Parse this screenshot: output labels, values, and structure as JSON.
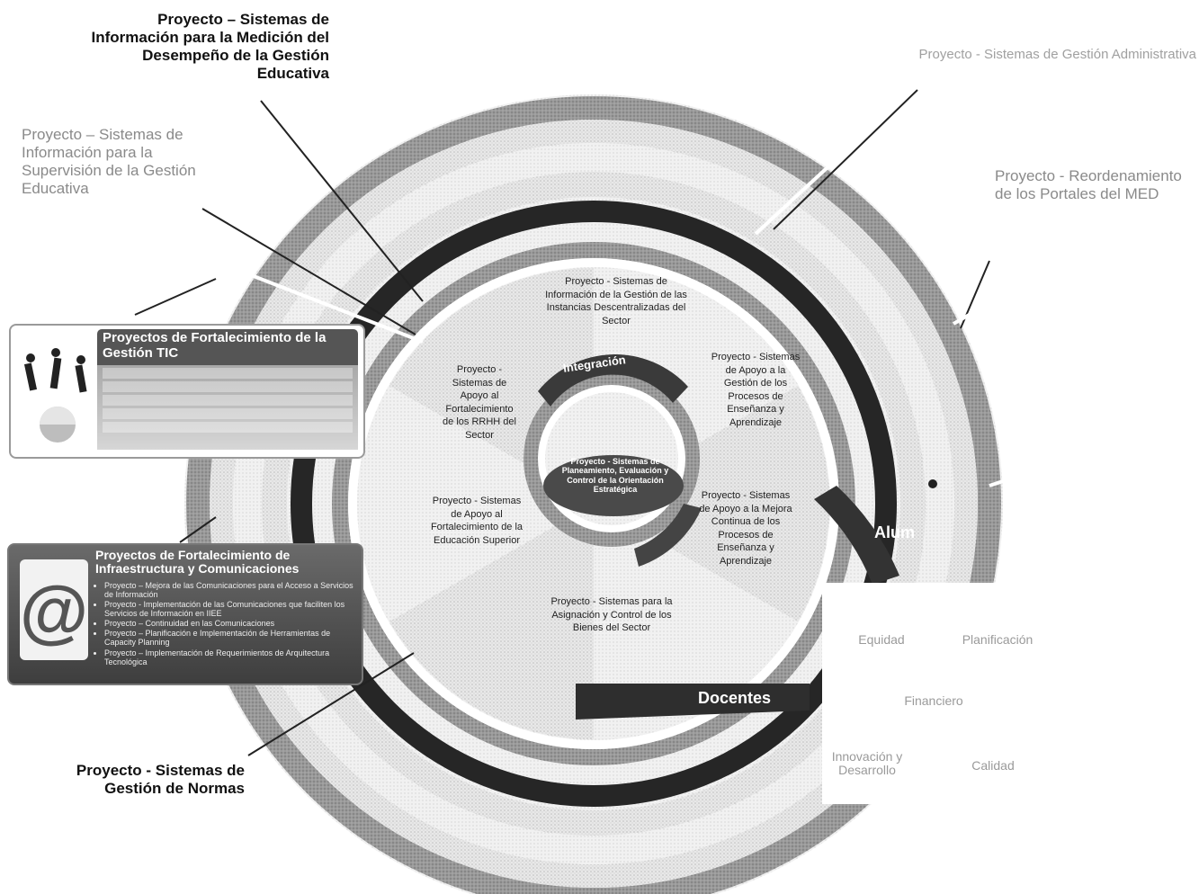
{
  "outer_labels": {
    "medicion": "Proyecto – Sistemas de Información para la Medición del Desempeño de la Gestión Educativa",
    "supervision": "Proyecto – Sistemas de Información para la Supervisión de la Gestión Educativa",
    "gestion_admin": "Proyecto - Sistemas de Gestión Administrativa",
    "reordenamiento": "Proyecto - Reordenamiento de los Portales del MED",
    "normas": "Proyecto - Sistemas de Gestión de Normas"
  },
  "inner_segments": {
    "instancias": "Proyecto - Sistemas de Información de la Gestión de las Instancias Descentralizadas del Sector",
    "ensenanza": "Proyecto - Sistemas de Apoyo a la Gestión de los Procesos de Enseñanza y Aprendizaje",
    "mejora": "Proyecto - Sistemas de Apoyo a la Mejora Continua de los Procesos de Enseñanza y Aprendizaje",
    "bienes": "Proyecto - Sistemas para la Asignación y Control de los Bienes del Sector",
    "superior": "Proyecto - Sistemas de Apoyo al Fortalecimiento de la Educación Superior",
    "rrhh": "Proyecto - Sistemas de Apoyo al Fortalecimiento de los RRHH del Sector"
  },
  "hub": {
    "arc_label": "Integración",
    "center_text": "Proyecto - Sistemas de Planeamiento, Evaluación y Control de la Orientación Estratégica"
  },
  "band_labels": {
    "alumnos": "Alum",
    "docentes": "Docentes"
  },
  "box_tic": {
    "title": "Proyectos de Fortalecimiento de la Gestión TIC"
  },
  "box_infra": {
    "title": "Proyectos de Fortalecimiento de Infraestructura y Comunicaciones",
    "items": [
      "Proyecto – Mejora de las Comunicaciones para el Acceso a Servicios de Información",
      "Proyecto - Implementación de las Comunicaciones que faciliten los Servicios de Información en IIEE",
      "Proyecto – Continuidad en las Comunicaciones",
      "Proyecto – Planificación e Implementación de Herramientas de Capacity Planning",
      "Proyecto – Implementación de Requerimientos de Arquitectura Tecnológica"
    ]
  },
  "panel": {
    "equidad": "Equidad",
    "planificacion": "Planificación",
    "financiero": "Financiero",
    "innovacion": "Innovación y Desarrollo",
    "calidad": "Calidad"
  },
  "colors": {
    "dark_ring": "#262626",
    "mid_ring": "#8c8c8c",
    "light_ring": "#d4d4d4",
    "background": "#ffffff"
  }
}
